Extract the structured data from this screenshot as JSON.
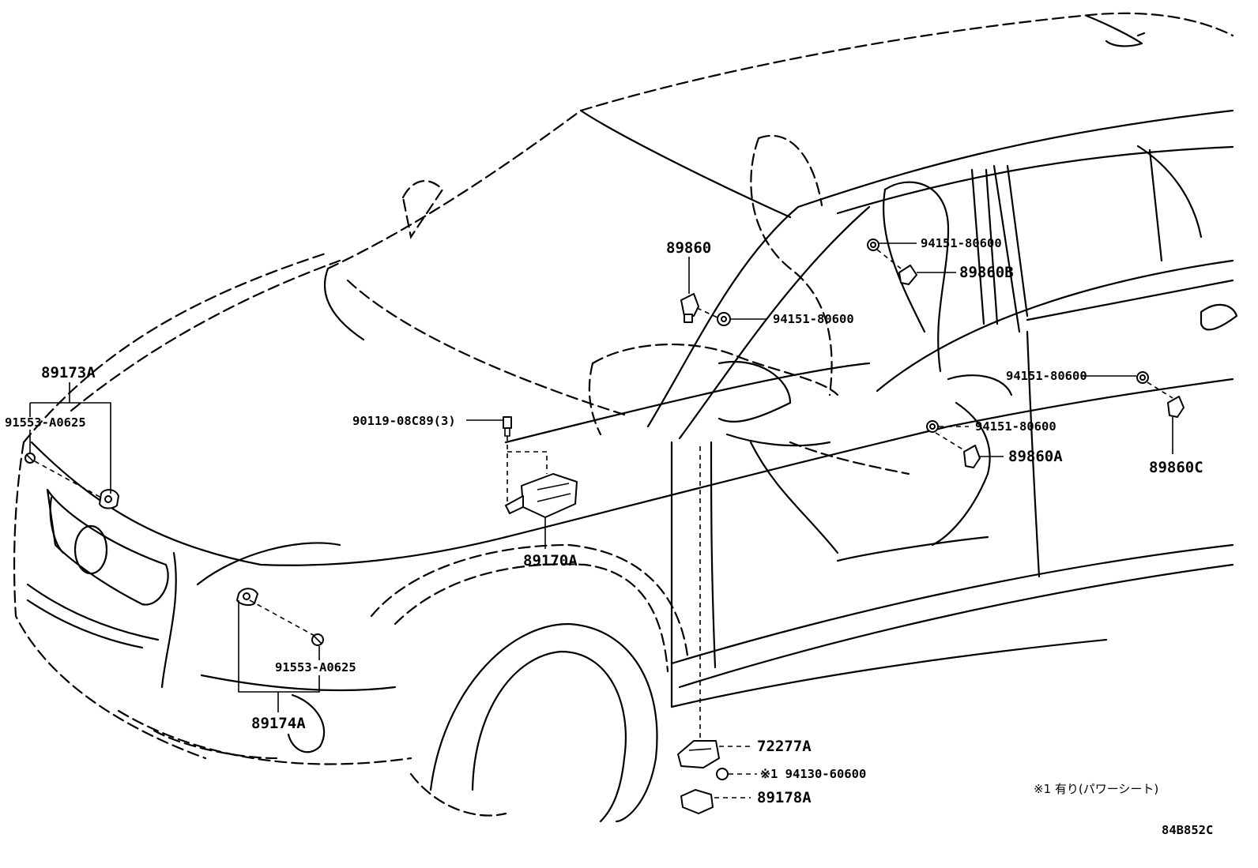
{
  "drawing_code": "84B852C",
  "note": "※1 有り(パワーシート)",
  "parts": {
    "p_89173A": "89173A",
    "p_91553_A0625_left": "91553-A0625",
    "p_89174A": "89174A",
    "p_91553_A0625_front": "91553-A0625",
    "p_90119_08C89": "90119-08C89(3)",
    "p_89170A": "89170A",
    "p_89860": "89860",
    "p_94151_80600_a": "94151-80600",
    "p_94151_80600_b": "94151-80600",
    "p_89860B": "89860B",
    "p_94151_80600_c": "94151-80600",
    "p_94151_80600_d": "94151-80600",
    "p_89860A": "89860A",
    "p_89860C": "89860C",
    "p_72277A": "72277A",
    "p_94130_60600": "※1 94130-60600",
    "p_89178A": "89178A"
  }
}
